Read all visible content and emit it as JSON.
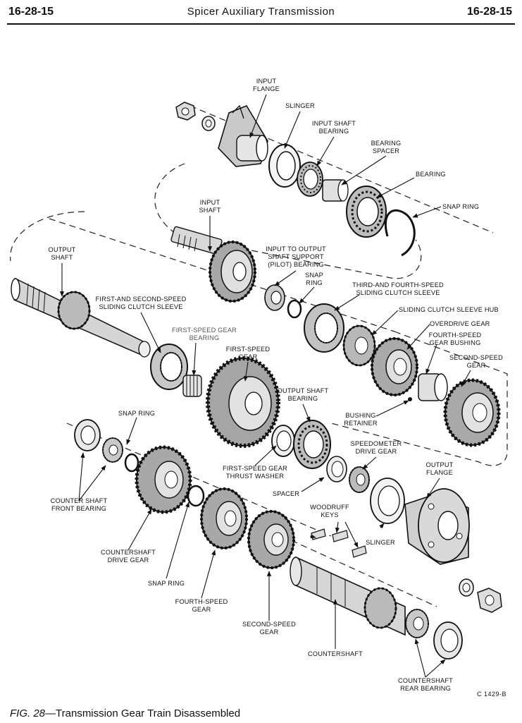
{
  "header": {
    "page_left": "16-28-15",
    "title": "Spicer Auxiliary Transmission",
    "page_right": "16-28-15"
  },
  "labels": {
    "input_flange": [
      "INPUT",
      "FLANGE"
    ],
    "slinger_top": [
      "SLINGER"
    ],
    "input_shaft_bearing": [
      "INPUT SHAFT",
      "BEARING"
    ],
    "bearing_spacer": [
      "BEARING",
      "SPACER"
    ],
    "bearing": [
      "BEARING"
    ],
    "snap_ring_top": [
      "SNAP RING"
    ],
    "input_shaft": [
      "INPUT",
      "SHAFT"
    ],
    "pilot_bearing": [
      "INPUT TO OUTPUT",
      "SHAFT SUPPORT",
      "(PILOT) BEARING"
    ],
    "snap_ring_mid": [
      "SNAP",
      "RING"
    ],
    "third_fourth_sleeve": [
      "THIRD-AND FOURTH-SPEED",
      "SLIDING CLUTCH SLEEVE"
    ],
    "output_shaft": [
      "OUTPUT",
      "SHAFT"
    ],
    "first_second_sleeve": [
      "FIRST-AND SECOND-SPEED",
      "SLIDING CLUTCH SLEEVE"
    ],
    "sleeve_hub": [
      "SLIDING CLUTCH SLEEVE HUB"
    ],
    "overdrive_gear": [
      "OVERDRIVE GEAR"
    ],
    "fourth_speed_bushing": [
      "FOURTH-SPEED",
      "GEAR BUSHING"
    ],
    "first_speed_gear_bearing": [
      "FIRST-SPEED GEAR",
      "BEARING"
    ],
    "first_speed_gear": [
      "FIRST-SPEED",
      "GEAR"
    ],
    "second_speed_gear_right": [
      "SECOND-SPEED",
      "GEAR"
    ],
    "output_shaft_bearing": [
      "OUTPUT SHAFT",
      "BEARING"
    ],
    "bushing_retainer": [
      "BUSHING",
      "RETAINER"
    ],
    "snap_ring_left": [
      "SNAP RING"
    ],
    "speedometer_gear": [
      "SPEEDOMETER",
      "DRIVE GEAR"
    ],
    "output_flange": [
      "OUTPUT",
      "FLANGE"
    ],
    "thrust_washer": [
      "FIRST-SPEED GEAR",
      "THRUST WASHER"
    ],
    "counter_front_bearing": [
      "COUNTER SHAFT",
      "FRONT BEARING"
    ],
    "spacer": [
      "SPACER"
    ],
    "woodruff_keys": [
      "WOODRUFF",
      "KEYS"
    ],
    "slinger_bottom": [
      "SLINGER"
    ],
    "countershaft_drive_gear": [
      "COUNTERSHAFT",
      "DRIVE GEAR"
    ],
    "snap_ring_bottom": [
      "SNAP RING"
    ],
    "fourth_speed_gear": [
      "FOURTH-SPEED",
      "GEAR"
    ],
    "second_speed_gear_bottom": [
      "SECOND-SPEED",
      "GEAR"
    ],
    "countershaft": [
      "COUNTERSHAFT"
    ],
    "counter_rear_bearing": [
      "COUNTERSHAFT",
      "REAR BEARING"
    ]
  },
  "figure_code": "C 1429-B",
  "caption": {
    "number": "FIG. 28",
    "text": "—Transmission Gear Train Disassembled"
  }
}
